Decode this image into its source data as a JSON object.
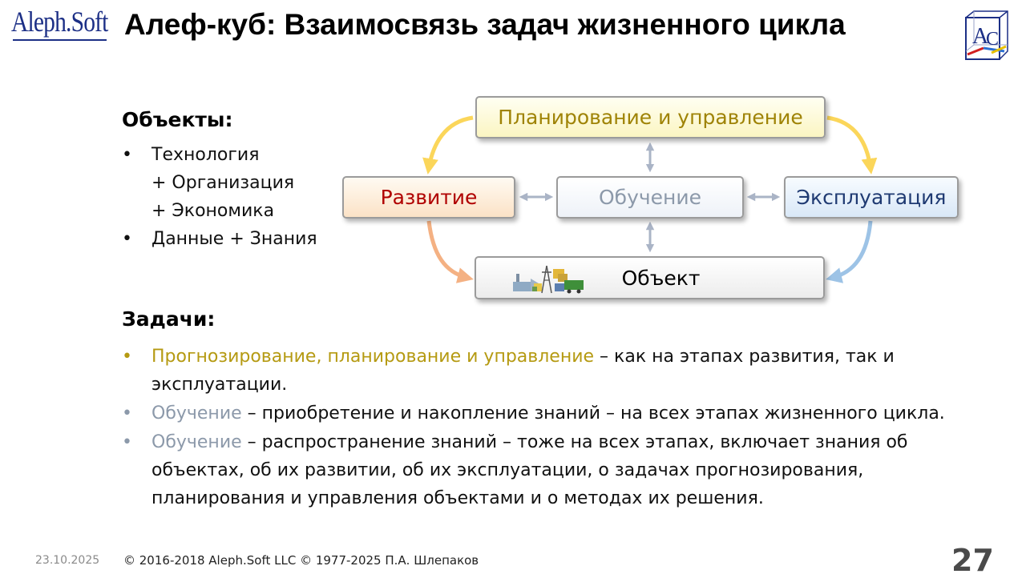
{
  "header": {
    "logo": "Aleph.Soft",
    "title": "Алеф-куб: Взаимосвязь задач жизненного цикла",
    "corner_logo": "AC"
  },
  "objects": {
    "heading": "Объекты:",
    "bullet": "•",
    "items": [
      "Технология",
      "+ Организация",
      "+ Экономика",
      "Данные + Знания"
    ]
  },
  "diagram": {
    "plan": "Планирование и управление",
    "development": "Развитие",
    "learning": "Обучение",
    "exploitation": "Эксплуатация",
    "object": "Объект",
    "colors": {
      "plan_arrow": "#fbd65a",
      "dev_arrow": "#f4b183",
      "exp_arrow": "#9dc3e6",
      "link_arrow": "#aab4c6"
    }
  },
  "tasks": {
    "heading": "Задачи:",
    "bullet": "•",
    "items": [
      {
        "accent": "Прогнозирование, планирование и управление",
        "rest": " – как на этапах развития, так и эксплуатации.",
        "accent_color": "#b59a12"
      },
      {
        "accent": "Обучение",
        "rest": " – приобретение и накопление знаний – на всех этапах жизненного цикла.",
        "accent_color": "#8c99aa"
      },
      {
        "accent": "Обучение",
        "rest": " – распространение знаний – тоже на всех этапах, включает знания об объектах, об их развитии, об их эксплуатации, о задачах прогнозирования, планирования и управления объектами и о методах их решения.",
        "accent_color": "#8c99aa"
      }
    ]
  },
  "footer": {
    "date": "23.10.2025",
    "copyright": "© 2016-2018 Aleph.Soft LLC © 1977-2025 П.А. Шлепаков",
    "page": "27"
  }
}
